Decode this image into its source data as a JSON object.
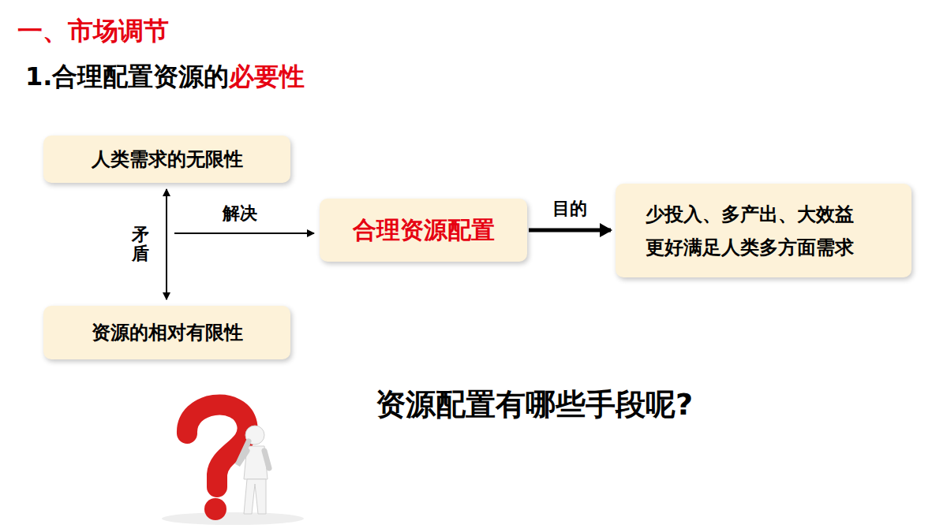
{
  "diagram": {
    "title": "一、市场调节",
    "nodes": [
      {
        "text": [
          "人类需求的无限性"
        ]
      },
      {
        "text": [
          "资源的相对有限性"
        ]
      },
      {
        "text": [
          "合理资源配置"
        ]
      },
      {
        "text": [
          "少投入、多产出、大效益 更好满足人类多方面需求"
        ]
      }
    ],
    "edges": [
      {
        "from": 0,
        "to": 1,
        "arrow": "both",
        "label": "矛盾"
      },
      {
        "from": 2,
        "to": 3,
        "arrow": "to",
        "label": "目的"
      }
    ],
    "labels": [
      "1.合理配置资源的",
      "必要性",
      "解决",
      "资源配置有哪些手段呢?"
    ]
  }
}
